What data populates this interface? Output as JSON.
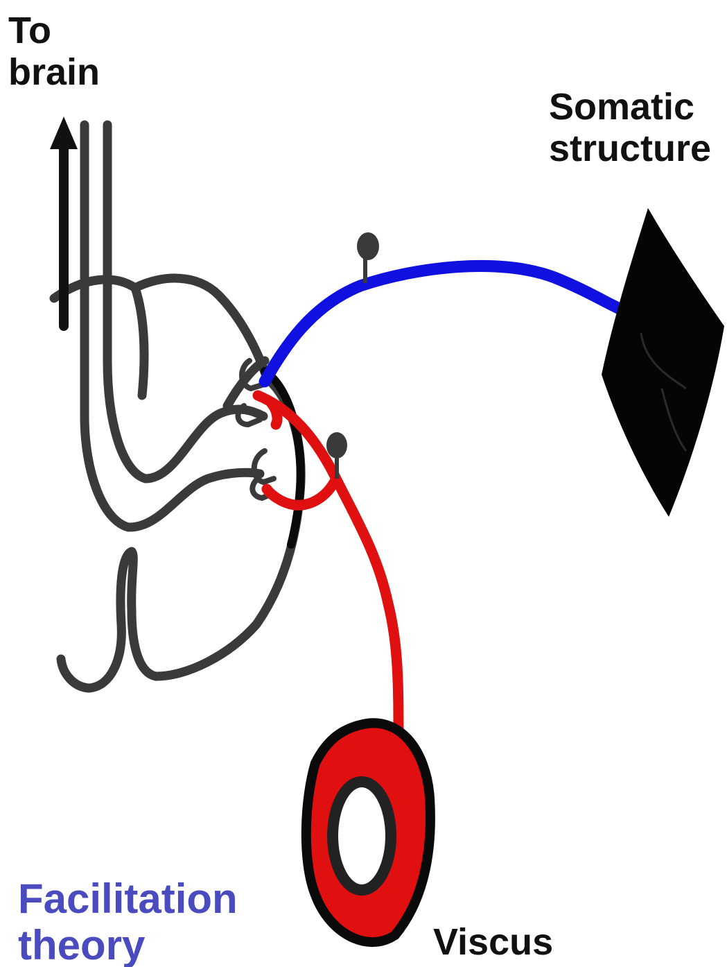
{
  "labels": {
    "to_brain": "To\nbrain",
    "somatic_structure": "Somatic\nstructure",
    "viscus": "Viscus",
    "title": "Facilitation\ntheory"
  },
  "colors": {
    "cord_outline": "#3a3a3a",
    "somatic_afferent": "#1010e0",
    "visceral_afferent": "#e01010",
    "title_text": "#4b4bc0",
    "label_text": "#111111",
    "somatic_structure_fill": "#050505"
  },
  "icons": {
    "ascending_arrow": "arrow-up-icon",
    "ganglion": "ganglion-dot-icon",
    "synapse": "synapse-icon"
  }
}
